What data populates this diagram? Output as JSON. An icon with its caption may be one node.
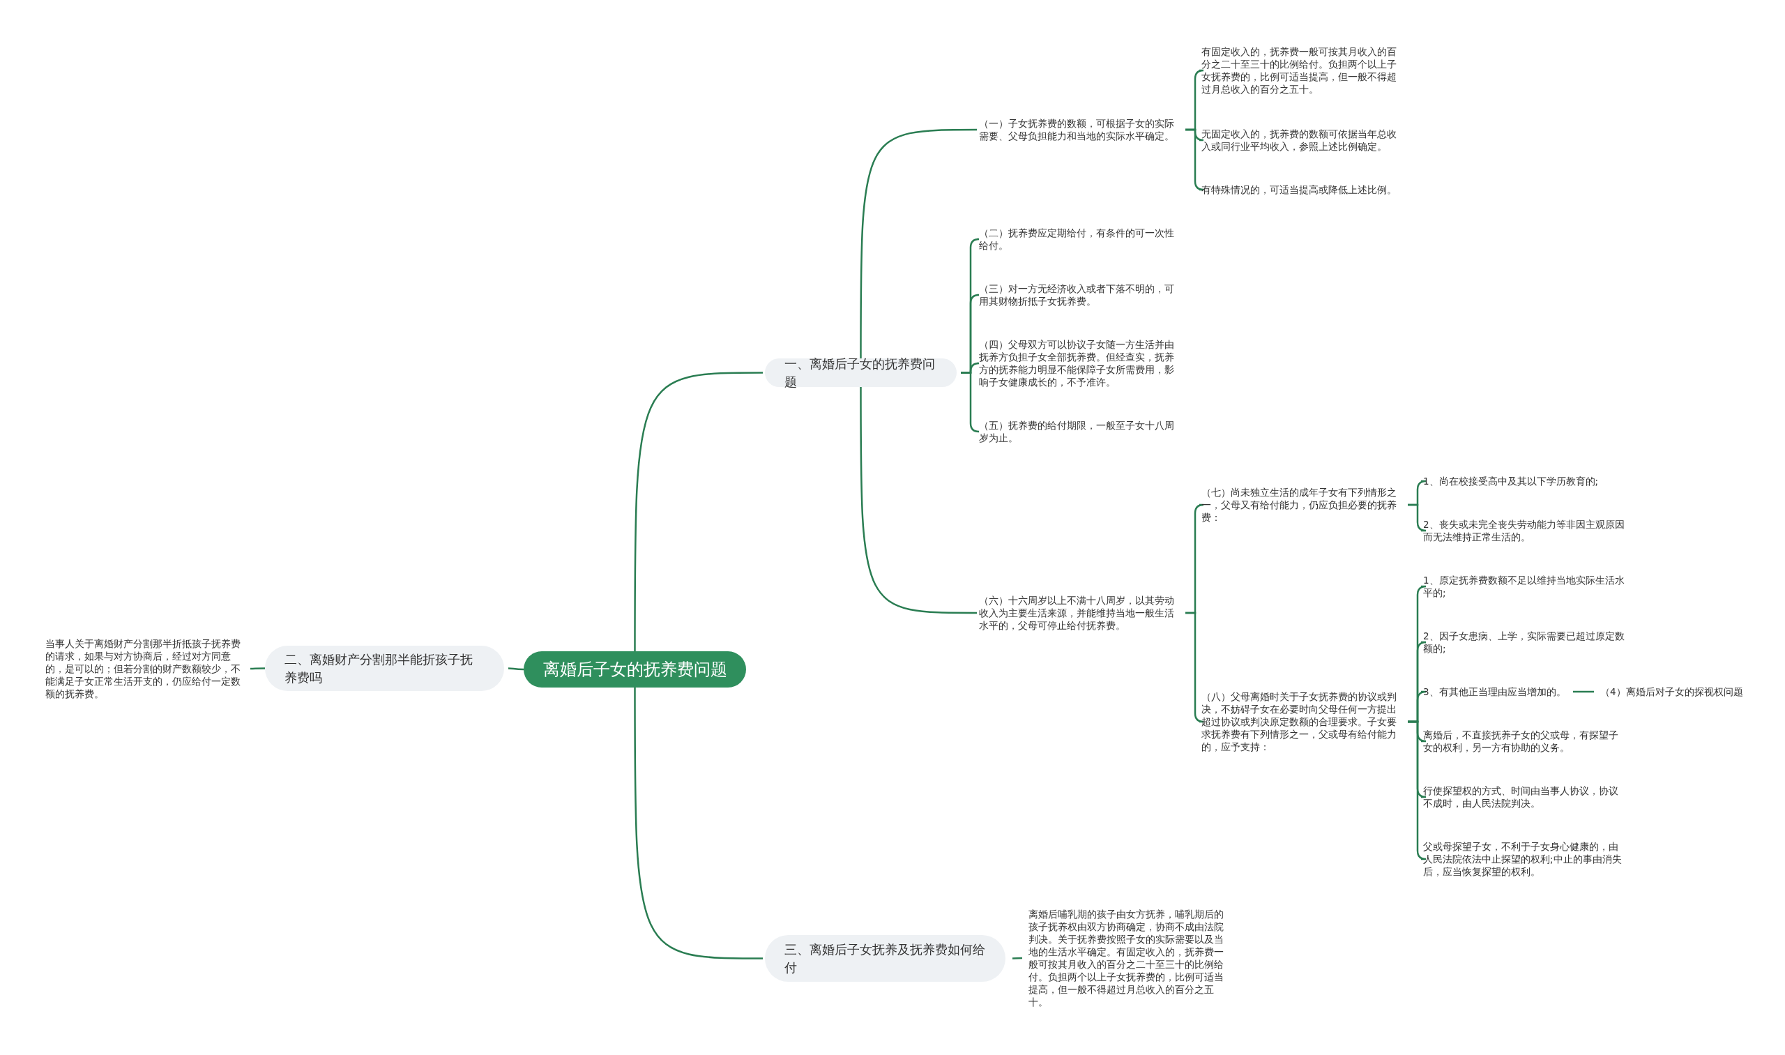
{
  "diagram": {
    "nodes": [
      {
        "text": [
          "离婚后子女的抚养费问题"
        ]
      },
      {
        "text": [
          "一、离婚后子女的抚养费问题"
        ]
      },
      {
        "text": [
          "（一）子女抚养费的数额，可根据子女的实际需要、父母负担能力和当地的实际水平确定。"
        ]
      },
      {
        "text": [
          "有固定收入的，抚养费一般可按其月收入的百分之二十至三十的比例给付。负担两个以上子女抚养费的，比例可适当提高，但一般不得超过月总收入的百分之五十。"
        ]
      },
      {
        "text": [
          "无固定收入的，抚养费的数额可依据当年总收入或同行业平均收入，参照上述比例确定。"
        ]
      },
      {
        "text": [
          "有特殊情况的，可适当提高或降低上述比例。"
        ]
      },
      {
        "text": [
          "（二）抚养费应定期给付，有条件的可一次性给付。"
        ]
      },
      {
        "text": [
          "（三）对一方无经济收入或者下落不明的，可用其财物折抵子女抚养费。"
        ]
      },
      {
        "text": [
          "（四）父母双方可以协议子女随一方生活并由抚养方负担子女全部抚养费。但经查实，抚养方的抚养能力明显不能保障子女所需费用，影响子女健康成长的，不予准许。"
        ]
      },
      {
        "text": [
          "（五）抚养费的给付期限，一般至子女十八周岁为止。"
        ]
      },
      {
        "text": [
          "（六）十六周岁以上不满十八周岁，以其劳动收入为主要生活来源，并能维持当地一般生活水平的，父母可停止给付抚养费。"
        ]
      },
      {
        "text": [
          "（七）尚未独立生活的成年子女有下列情形之一，父母又有给付能力，仍应负担必要的抚养费："
        ]
      },
      {
        "text": [
          "1、尚在校接受高中及其以下学历教育的;"
        ]
      },
      {
        "text": [
          "2、丧失或未完全丧失劳动能力等非因主观原因而无法维持正常生活的。"
        ]
      },
      {
        "text": [
          "（八）父母离婚时关于子女抚养费的协议或判决，不妨碍子女在必要时向父母任何一方提出超过协议或判决原定数额的合理要求。子女要求抚养费有下列情形之一，父或母有给付能力的，应予支持："
        ]
      },
      {
        "text": [
          "1、原定抚养费数额不足以维持当地实际生活水平的;"
        ]
      },
      {
        "text": [
          "2、因子女患病、上学，实际需要已超过原定数额的;"
        ]
      },
      {
        "text": [
          "3、有其他正当理由应当增加的。"
        ]
      },
      {
        "text": [
          "（4）离婚后对子女的探视权问题"
        ]
      },
      {
        "text": [
          "离婚后，不直接抚养子女的父或母，有探望子女的权利，另一方有协助的义务。"
        ]
      },
      {
        "text": [
          "行使探望权的方式、时间由当事人协议，协议不成时，由人民法院判决。"
        ]
      },
      {
        "text": [
          "父或母探望子女，不利于子女身心健康的，由人民法院依法中止探望的权利;中止的事由消失后，应当恢复探望的权利。"
        ]
      },
      {
        "text": [
          "二、离婚财产分割那半能折孩子抚养费吗"
        ]
      },
      {
        "text": [
          "当事人关于离婚财产分割那半折抵孩子抚养费的请求，如果与对方协商后，经过对方同意的，是可以的；但若分割的财产数额较少，不能满足子女正常生活开支的，仍应给付一定数额的抚养费。"
        ]
      },
      {
        "text": [
          "三、离婚后子女抚养及抚养费如何给付"
        ]
      },
      {
        "text": [
          "离婚后哺乳期的孩子由女方抚养，哺乳期后的孩子抚养权由双方协商确定，协商不成由法院判决。关于抚养费按照子女的实际需要以及当地的生活水平确定。有固定收入的，抚养费一般可按其月收入的百分之二十至三十的比例给付。负担两个以上子女抚养费的，比例可适当提高，但一般不得超过月总收入的百分之五十。"
        ]
      }
    ],
    "edges": [
      {
        "from": 0,
        "to": 1,
        "arrow": "none"
      },
      {
        "from": 1,
        "to": 2,
        "arrow": "none"
      },
      {
        "from": 2,
        "to": 3,
        "arrow": "none"
      },
      {
        "from": 2,
        "to": 4,
        "arrow": "none"
      },
      {
        "from": 2,
        "to": 5,
        "arrow": "none"
      },
      {
        "from": 1,
        "to": 6,
        "arrow": "none"
      },
      {
        "from": 1,
        "to": 7,
        "arrow": "none"
      },
      {
        "from": 1,
        "to": 8,
        "arrow": "none"
      },
      {
        "from": 1,
        "to": 9,
        "arrow": "none"
      },
      {
        "from": 1,
        "to": 10,
        "arrow": "none"
      },
      {
        "from": 10,
        "to": 11,
        "arrow": "none"
      },
      {
        "from": 11,
        "to": 12,
        "arrow": "none"
      },
      {
        "from": 11,
        "to": 13,
        "arrow": "none"
      },
      {
        "from": 10,
        "to": 14,
        "arrow": "none"
      },
      {
        "from": 14,
        "to": 15,
        "arrow": "none"
      },
      {
        "from": 14,
        "to": 16,
        "arrow": "none"
      },
      {
        "from": 14,
        "to": 17,
        "arrow": "none"
      },
      {
        "from": 17,
        "to": 18,
        "arrow": "none"
      },
      {
        "from": 14,
        "to": 19,
        "arrow": "none"
      },
      {
        "from": 14,
        "to": 20,
        "arrow": "none"
      },
      {
        "from": 14,
        "to": 21,
        "arrow": "none"
      },
      {
        "from": 0,
        "to": 22,
        "arrow": "none"
      },
      {
        "from": 22,
        "to": 23,
        "arrow": "none"
      },
      {
        "from": 0,
        "to": 24,
        "arrow": "none"
      },
      {
        "from": 24,
        "to": 25,
        "arrow": "none"
      }
    ]
  }
}
